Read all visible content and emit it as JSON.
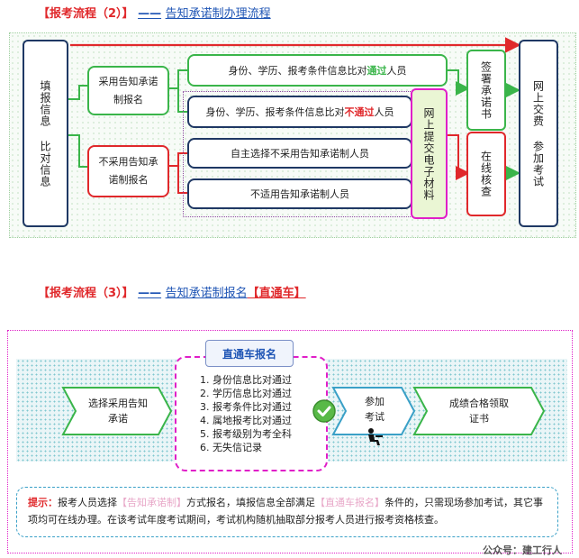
{
  "section2": {
    "title_prefix": "【报考流程（2）】",
    "title_line": "——",
    "title_text": "告知承诺制办理流程",
    "left_box": "填报信息 比对信息",
    "adopt_box": "采用告知承诺制报名",
    "nonadopt_box": "不采用告知承诺制报名",
    "row1": {
      "pre": "身份、学历、报考条件信息比对",
      "em": "通过",
      "post": "人员"
    },
    "row2": {
      "pre": "身份、学历、报考条件信息比对",
      "em": "不通过",
      "post": "人员"
    },
    "row3": "自主选择不采用告知承诺制人员",
    "row4": "不适用告知承诺制人员",
    "submit_box": "网上提交电子材料",
    "sign_box": "签署承诺书",
    "verify_box": "在线核查",
    "right_box": "网上交费 参加考试",
    "colors": {
      "green": "#3ab54a",
      "red": "#e0282b",
      "navy": "#1f3864",
      "pink": "#e01fc8",
      "purple": "#8a4a9e"
    }
  },
  "section3": {
    "title_prefix": "【报考流程（3）】",
    "title_line": "——",
    "title_text": "告知承诺制报名",
    "title_em": "【直通车】",
    "ribbon": "直通车报名",
    "step1": "选择采用告知承诺",
    "list": [
      "1. 身份信息比对通过",
      "2. 学历信息比对通过",
      "3. 报考条件比对通过",
      "4. 属地报考比对通过",
      "5. 报考级别为考全科",
      "6. 无失信记录"
    ],
    "step3": "参加考试",
    "step4": "成绩合格领取证书",
    "tip": {
      "label": "提示：",
      "t1": "报考人员选择",
      "h1": "【告知承诺制】",
      "t2": "方式报名，填报信息全部满足",
      "h2": "【直通车报名】",
      "t3": "条件的，只需现场参加考试，其它事项均可在线办理。在该考试年度考试期间，考试机构随机抽取部分报考人员进行报考资格核查。"
    },
    "watermark": "公众号：建工行人"
  }
}
